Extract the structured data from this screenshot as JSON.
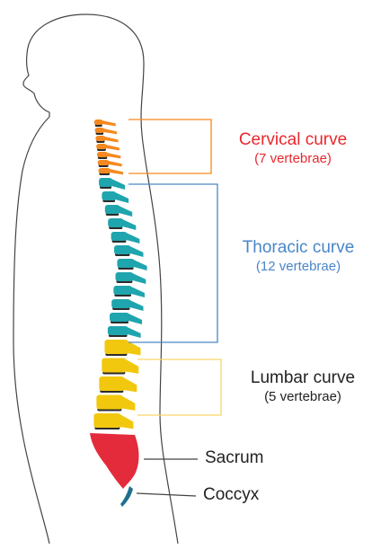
{
  "labels": {
    "cervical": {
      "title": "Cervical curve",
      "count": "(7 vertebrae)"
    },
    "thoracic": {
      "title": "Thoracic curve",
      "count": "(12 vertebrae)"
    },
    "lumbar": {
      "title": "Lumbar curve",
      "count": "(5 vertebrae)"
    },
    "sacrum": "Sacrum",
    "coccyx": "Coccyx"
  },
  "colors": {
    "cervical": "#f5891f",
    "cervical_label": "#e8282d",
    "thoracic": "#1fa5ad",
    "thoracic_bracket": "#4a86c8",
    "thoracic_label": "#4a86c8",
    "lumbar": "#f2c80f",
    "lumbar_bracket": "#f6d56a",
    "sacrum": "#e42b3b",
    "coccyx": "#1f6f8b",
    "disc": "#2c2c2c",
    "body_outline": "#444444",
    "text": "#222222"
  },
  "icons": {
    "figure": "human-silhouette-icon"
  }
}
